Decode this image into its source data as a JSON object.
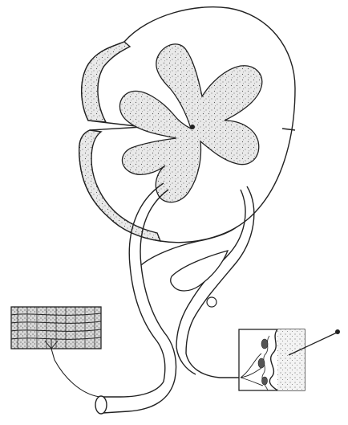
{
  "figure": {
    "background": "#ffffff",
    "ink_color": "#222222",
    "stipple_color": "#555555",
    "parts": [
      "spinal-cord-cross-section",
      "gray-matter",
      "central-canal",
      "dorsal-root",
      "ventral-root",
      "dorsal-root-ganglion",
      "spinal-nerve",
      "muscle-fiber-bundle",
      "skin-receptor",
      "sensory-probe"
    ]
  }
}
